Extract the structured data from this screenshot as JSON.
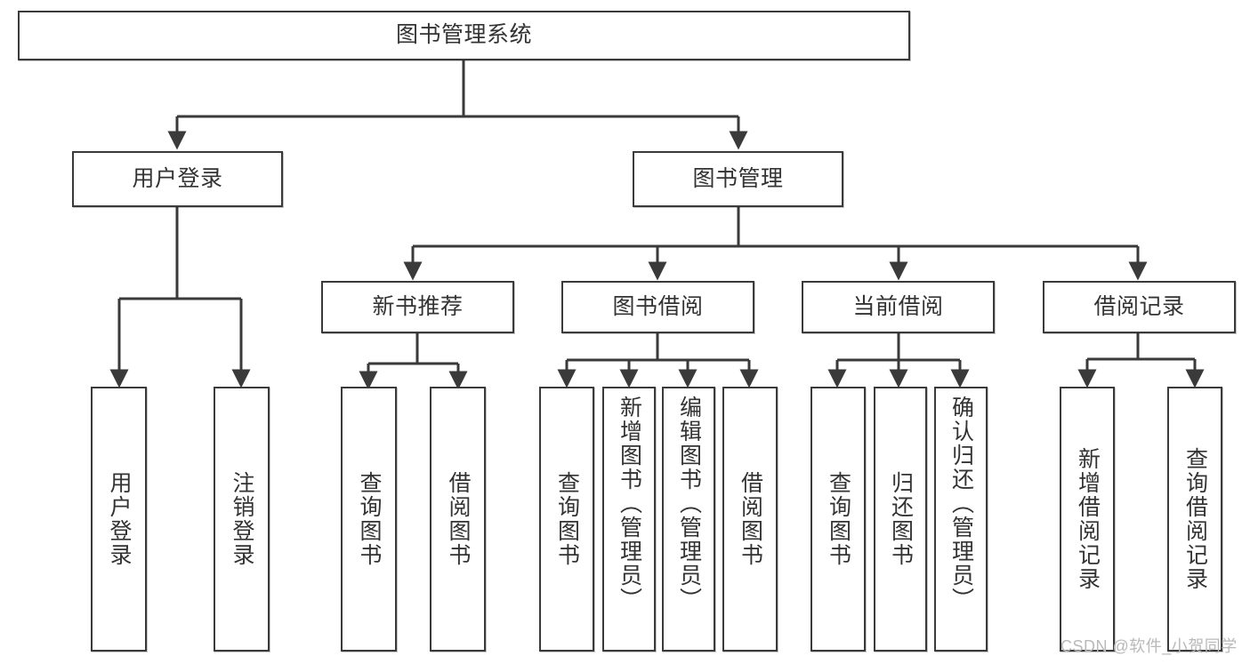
{
  "diagram": {
    "title": "图书管理系统",
    "root": {
      "label": "图书管理系统"
    },
    "level2": [
      {
        "label": "用户登录"
      },
      {
        "label": "图书管理"
      }
    ],
    "level3": [
      {
        "label": "新书推荐"
      },
      {
        "label": "图书借阅"
      },
      {
        "label": "当前借阅"
      },
      {
        "label": "借阅记录"
      }
    ],
    "leaves": {
      "user_login": [
        {
          "label": "用户登录"
        },
        {
          "label": "注销登录"
        }
      ],
      "new_book_recommend": [
        {
          "label": "查询图书"
        },
        {
          "label": "借阅图书"
        }
      ],
      "book_borrow": [
        {
          "label": "查询图书"
        },
        {
          "label": "新增图书（管理员）"
        },
        {
          "label": "编辑图书（管理员）"
        },
        {
          "label": "借阅图书"
        }
      ],
      "current_borrow": [
        {
          "label": "查询图书"
        },
        {
          "label": "归还图书"
        },
        {
          "label": "确认归还（管理员）"
        }
      ],
      "borrow_record": [
        {
          "label": "新增借阅记录"
        },
        {
          "label": "查询借阅记录"
        }
      ]
    }
  },
  "watermark": {
    "text": "CSDN @软件_小贺同学"
  },
  "colors": {
    "border": "#3a3a3a",
    "text": "#333333",
    "background": "#ffffff",
    "watermark": "#b9b9b9"
  }
}
